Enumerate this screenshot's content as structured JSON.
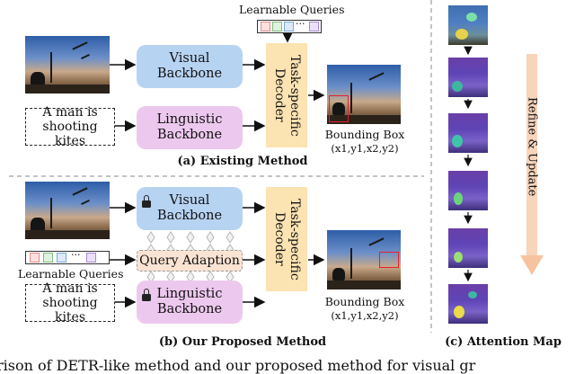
{
  "top": {
    "learnable_queries": "Learnable Queries",
    "visual_backbone": "Visual\nBackbone",
    "linguistic_backbone": "Linguistic\nBackbone",
    "decoder": "Task-specific\nDecoder",
    "text_input": "A man is\nshooting kites",
    "bbox_label": "Bounding Box",
    "bbox_coords": "(x1,y1,x2,y2)",
    "caption": "(a) Existing Method"
  },
  "bottom": {
    "learnable_queries": "Learnable Queries",
    "visual_backbone": "Visual\nBackbone",
    "linguistic_backbone": "Linguistic\nBackbone",
    "query_adaption": "Query Adaption",
    "decoder": "Task-specific\nDecoder",
    "text_input": "A man is\nshooting kites",
    "bbox_label": "Bounding Box",
    "bbox_coords": "(x1,y1,x2,y2)",
    "caption": "(b) Our Proposed Method"
  },
  "right": {
    "arrow_label": "Refine & Update",
    "caption": "(c) Attention Map"
  },
  "query_colors": [
    "#f4a9a8",
    "#9ad39a",
    "#9cc3ee",
    "#c6a9ea"
  ],
  "footer_partial": "rison of DETR-like method and our proposed method for visual gr"
}
